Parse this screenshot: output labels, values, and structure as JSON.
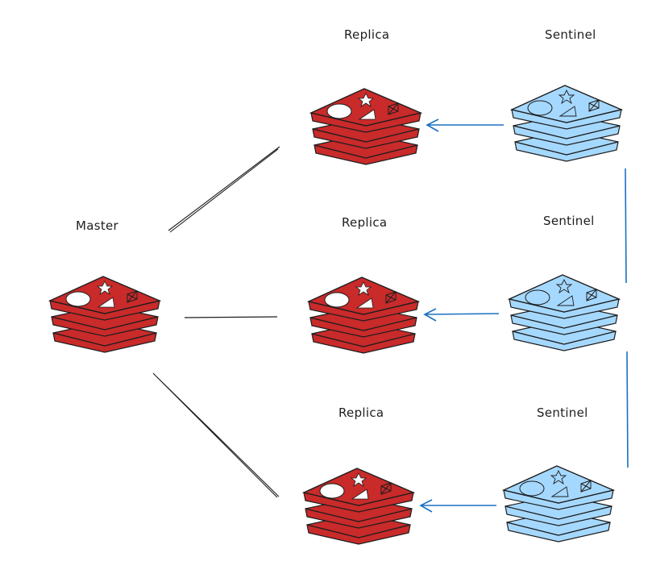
{
  "labels": {
    "master": "Master",
    "replica_1": "Replica",
    "replica_2": "Replica",
    "replica_3": "Replica",
    "sentinel_1": "Sentinel",
    "sentinel_2": "Sentinel",
    "sentinel_3": "Sentinel"
  },
  "colors": {
    "redis_fill": "#c92a2a",
    "redis_band": "#e03131",
    "sentinel_fill": "#a5d8ff",
    "sentinel_band": "#bfe3ff",
    "stroke": "#1e1e1e",
    "arrow": "#1971c2",
    "line": "#1e1e1e"
  },
  "icons": {
    "master": "redis-stack-icon",
    "replica": "redis-stack-icon",
    "sentinel": "sentinel-stack-icon"
  }
}
